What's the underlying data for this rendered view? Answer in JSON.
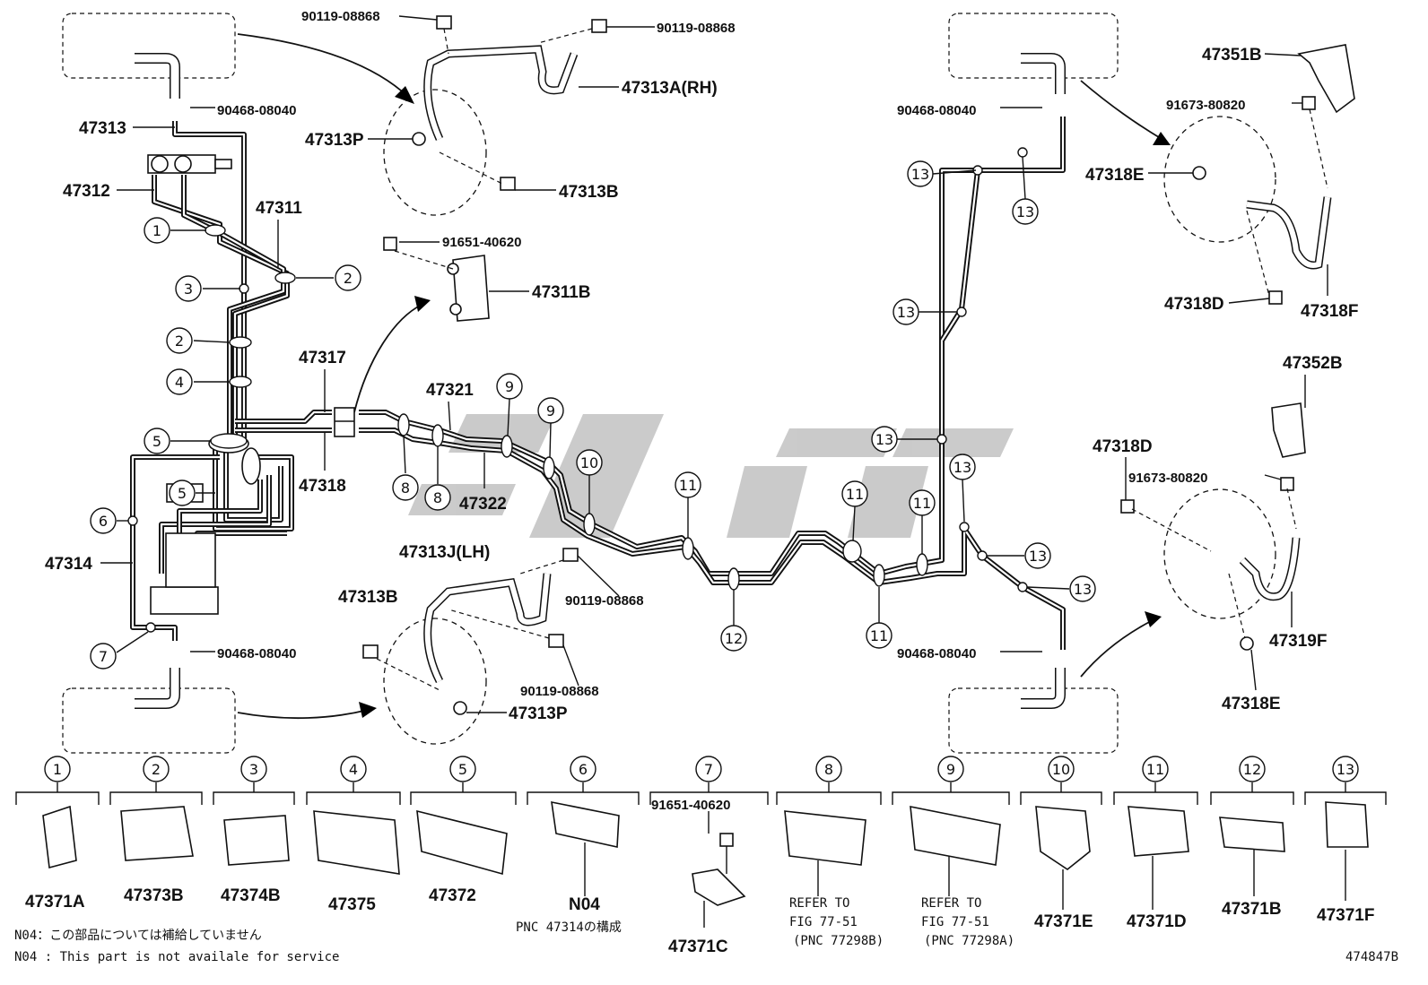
{
  "labels": {
    "p47313": "47313",
    "p47312": "47312",
    "p47311": "47311",
    "p47314": "47314",
    "p47317": "47317",
    "p47318": "47318",
    "p47321": "47321",
    "p47322": "47322",
    "p47311B": "47311B",
    "p47313A": "47313A(RH)",
    "p47313P_top": "47313P",
    "p47313B_top": "47313B",
    "p47313J": "47313J(LH)",
    "p47313B_bot": "47313B",
    "p47313P_bot": "47313P",
    "p47351B": "47351B",
    "p47318E_top": "47318E",
    "p47318D_top": "47318D",
    "p47318F": "47318F",
    "p47352B": "47352B",
    "p47318D_bot": "47318D",
    "p47319F": "47319F",
    "p47318E_bot": "47318E",
    "b90119_a": "90119-08868",
    "b90119_b": "90119-08868",
    "b90119_c": "90119-08868",
    "b90119_d": "90119-08868",
    "b90468_a": "90468-08040",
    "b90468_b": "90468-08040",
    "b90468_c": "90468-08040",
    "b90468_d": "90468-08040",
    "b91651": "91651-40620",
    "b91673_a": "91673-80820",
    "b91673_b": "91673-80820"
  },
  "callouts": {
    "c1": "1",
    "c2": "2",
    "c3": "3",
    "c4": "4",
    "c5": "5",
    "c6": "6",
    "c7": "7",
    "c8": "8",
    "c9": "9",
    "c10": "10",
    "c11": "11",
    "c12": "12",
    "c13": "13"
  },
  "clamps": [
    {
      "num": "1",
      "part": "47371A"
    },
    {
      "num": "2",
      "part": "47373B"
    },
    {
      "num": "3",
      "part": "47374B"
    },
    {
      "num": "4",
      "part": "47375"
    },
    {
      "num": "5",
      "part": "47372"
    },
    {
      "num": "6",
      "part": "N04",
      "sub": "PNC 47314の構成"
    },
    {
      "num": "7",
      "part": "47371C",
      "bolt": "91651-40620"
    },
    {
      "num": "8",
      "refer1": "REFER TO",
      "refer2": "FIG 77-51",
      "refer3": "(PNC 77298B)"
    },
    {
      "num": "9",
      "refer1": "REFER TO",
      "refer2": "FIG 77-51",
      "refer3": "(PNC 77298A)"
    },
    {
      "num": "10",
      "part": "47371E"
    },
    {
      "num": "11",
      "part": "47371D"
    },
    {
      "num": "12",
      "part": "47371B"
    },
    {
      "num": "13",
      "part": "47371F"
    }
  ],
  "notes": {
    "n1": "N04：この部品については補給していません",
    "n2": "N04 : This part is not availale for service"
  },
  "figure_id": "474847B"
}
